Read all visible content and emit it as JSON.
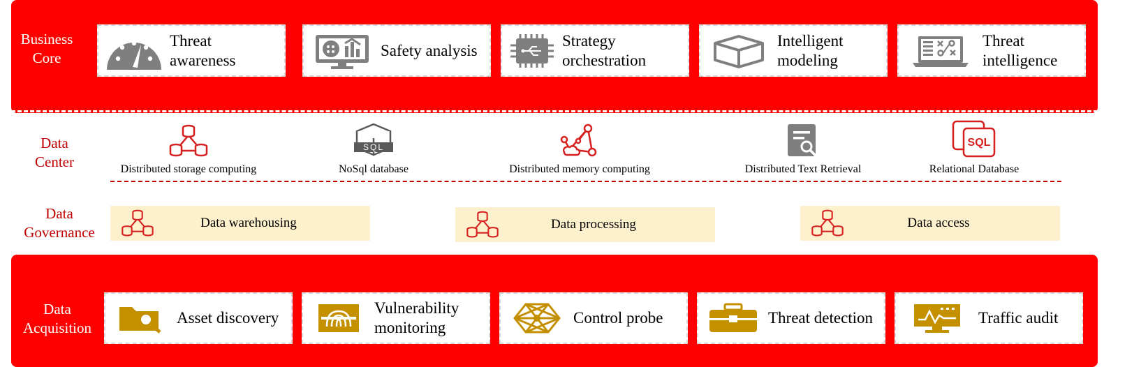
{
  "colors": {
    "accent_red": "#ff0000",
    "label_red": "#c00000",
    "icon_gray": "#808080",
    "icon_gold": "#c49000",
    "governance_bg": "#fdf0cc"
  },
  "business_core": {
    "label": "Business Core",
    "items": [
      {
        "label": "Threat awareness",
        "icon": "speedometer-icon"
      },
      {
        "label": "Safety analysis",
        "icon": "monitor-analysis-icon"
      },
      {
        "label": "Strategy orchestration",
        "icon": "chip-icon"
      },
      {
        "label": "Intelligent modeling",
        "icon": "cube-icon"
      },
      {
        "label": "Threat intelligence",
        "icon": "laptop-code-icon"
      }
    ]
  },
  "data_center": {
    "label": "Data Center",
    "items": [
      {
        "label": "Distributed storage computing",
        "icon": "database-network-icon"
      },
      {
        "label": "NoSql database",
        "icon": "sql-cube-icon"
      },
      {
        "label": "Distributed memory computing",
        "icon": "node-network-icon"
      },
      {
        "label": "Distributed Text Retrieval",
        "icon": "document-search-icon"
      },
      {
        "label": "Relational Database",
        "icon": "sql-stack-icon"
      }
    ]
  },
  "data_governance": {
    "label": "Data Governance",
    "items": [
      {
        "label": "Data warehousing",
        "icon": "database-network-icon"
      },
      {
        "label": "Data processing",
        "icon": "database-network-icon"
      },
      {
        "label": "Data access",
        "icon": "database-network-icon"
      }
    ]
  },
  "data_acquisition": {
    "label": "Data Acquisition",
    "items": [
      {
        "label": "Asset discovery",
        "icon": "folder-search-icon"
      },
      {
        "label": "Vulnerability monitoring",
        "icon": "fingerprint-scan-icon"
      },
      {
        "label": "Control probe",
        "icon": "hexagon-network-icon"
      },
      {
        "label": "Threat detection",
        "icon": "case-icon"
      },
      {
        "label": "Traffic audit",
        "icon": "monitor-audit-icon"
      }
    ]
  }
}
